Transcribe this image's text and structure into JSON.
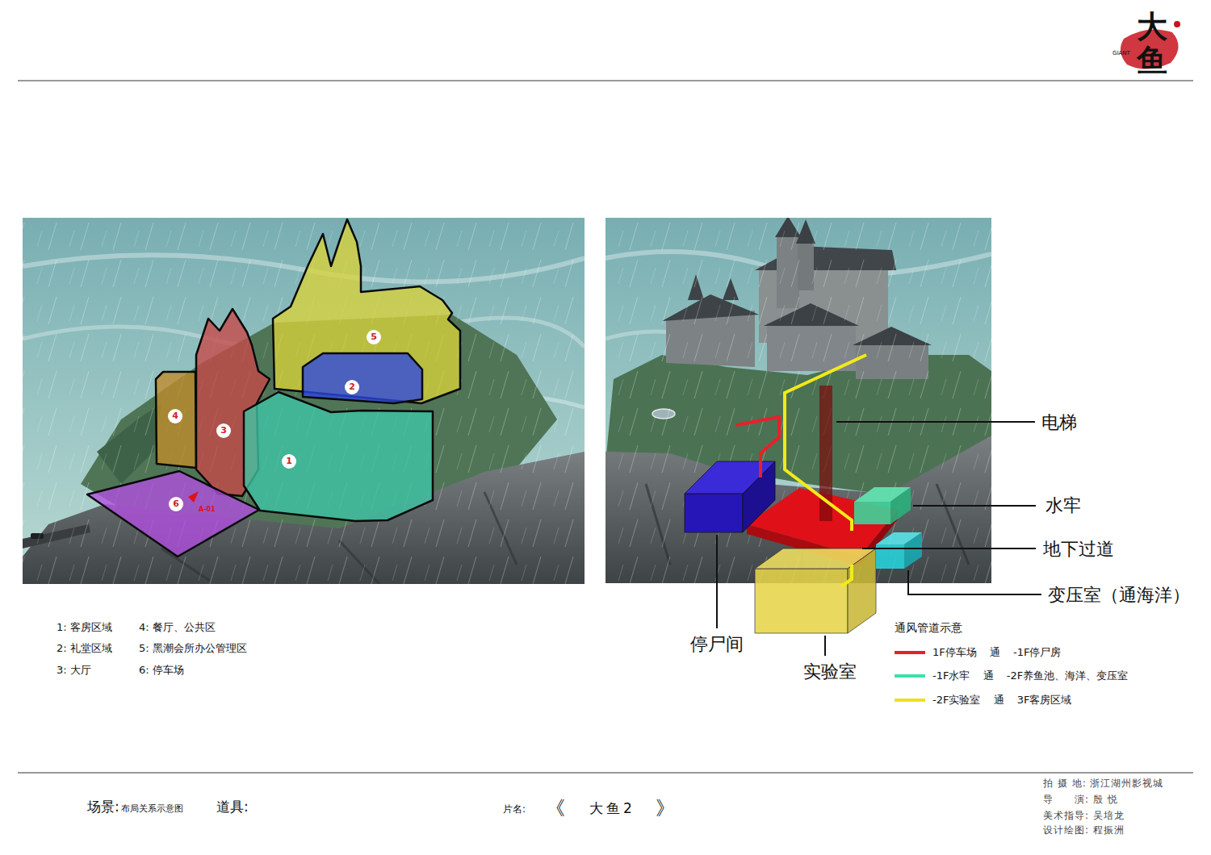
{
  "diagram": {
    "nodes": [
      {
        "text": [
          "5"
        ]
      },
      {
        "text": [
          "2"
        ]
      },
      {
        "text": [
          "4"
        ]
      },
      {
        "text": [
          "3"
        ]
      },
      {
        "text": [
          "1"
        ]
      },
      {
        "text": [
          "6",
          "A-01"
        ]
      }
    ],
    "labels": [
      "大鱼",
      "GIANT",
      "1: 客房区域",
      "2: 礼堂区域",
      "3: 大厅",
      "4: 餐厅、公共区",
      "5: 黑潮会所办公管理区",
      "6: 停车场",
      "电梯",
      "水牢",
      "地下过道",
      "变压室（通海洋）",
      "停尸间",
      "实验室",
      "通风管道示意",
      "场景:",
      "布局关系示意图",
      "道具:",
      "片名:",
      "《",
      "大鱼2",
      "》",
      "拍 摄 地: 浙江湖州影视城",
      "导　　演: 殷 悦",
      "美术指导: 吴培龙",
      "设计绘图: 程振洲"
    ],
    "legend": [
      {
        "text": "1F停车场 通 -1F停尸房",
        "color": "#e8202a"
      },
      {
        "text": "-1F水牢 通 -2F养鱼池、海洋、变压室",
        "color": "#3ee0a8"
      },
      {
        "text": "-2F实验室 通 3F客房区域",
        "color": "#ece21c"
      }
    ]
  }
}
